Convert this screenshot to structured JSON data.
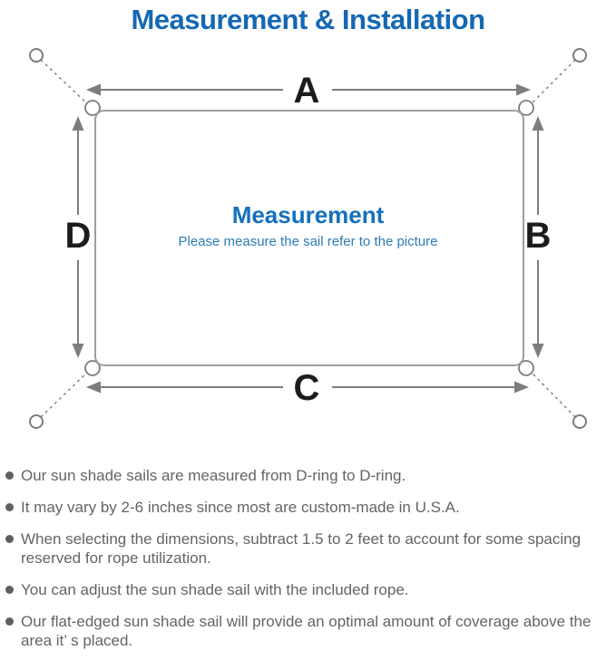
{
  "title": "Measurement & Installation",
  "diagram": {
    "labels": {
      "top": "A",
      "right": "B",
      "bottom": "C",
      "left": "D"
    },
    "center_title": "Measurement",
    "center_subtitle": "Please measure the sail refer to the picture"
  },
  "notes": [
    "Our sun shade sails are measured from D-ring to D-ring.",
    "It may vary by 2-6 inches since most are custom-made in U.S.A.",
    "When selecting the dimensions, subtract 1.5 to 2 feet to account for some spacing reserved for rope utilization.",
    "You can adjust the sun shade sail with the included rope.",
    "Our flat-edged sun shade sail will provide an optimal amount of coverage above the area it’ s placed."
  ],
  "colors": {
    "title_blue": "#1568b3",
    "center_heading_blue": "#1470bd",
    "subtitle_blue": "#2e7cb4",
    "dimension_line_gray": "#7d7d7d",
    "sail_outline_gray": "#9e9e9e",
    "dimension_label_black": "#1c1c1c",
    "note_text_gray": "#646464"
  }
}
